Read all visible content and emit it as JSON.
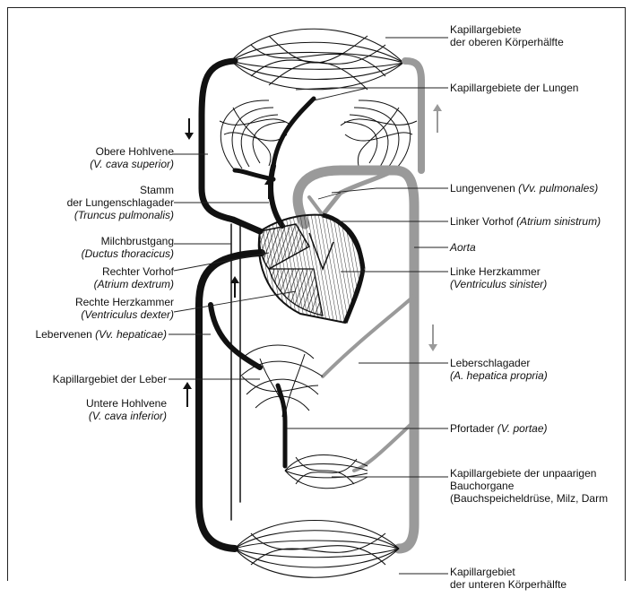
{
  "labels": {
    "kap_oben_1": "Kapillargebiete",
    "kap_oben_2": "der oberen Körperhälfte",
    "kap_lungen": "Kapillargebiete der Lungen",
    "obere_hohlvene": "Obere Hohlvene",
    "obere_hohlvene_lat": "(V. cava superior)",
    "stamm_1": "Stamm",
    "stamm_2": "der Lungenschlagader",
    "stamm_lat": "(Truncus pulmonalis)",
    "lungenvenen": "Lungenvenen",
    "lungenvenen_lat": "(Vv. pulmonales)",
    "linker_vorhof": "Linker Vorhof",
    "linker_vorhof_lat": "(Atrium sinistrum)",
    "milchbrustgang": "Milchbrustgang",
    "milchbrustgang_lat": "(Ductus thoracicus)",
    "aorta": "Aorta",
    "rechter_vorhof": "Rechter Vorhof",
    "rechter_vorhof_lat": "(Atrium dextrum)",
    "linke_kammer": "Linke Herzkammer",
    "linke_kammer_lat": "(Ventriculus sinister)",
    "rechte_kammer": "Rechte Herzkammer",
    "rechte_kammer_lat": "(Ventriculus dexter)",
    "lebervenen": "Lebervenen",
    "lebervenen_lat": "(Vv. hepaticae)",
    "leberschlagader": "Leberschlagader",
    "leberschlagader_lat": "(A. hepatica propria)",
    "kap_leber": "Kapillargebiet der Leber",
    "untere_hohlvene": "Untere Hohlvene",
    "untere_hohlvene_lat": "(V. cava inferior)",
    "pfortader": "Pfortader",
    "pfortader_lat": "(V. portae)",
    "kap_bauch_1": "Kapillargebiete der unpaarigen",
    "kap_bauch_2": "Bauchorgane",
    "kap_bauch_3": "(Bauchspeicheldrüse, Milz, Darm",
    "kap_unten_1": "Kapillargebiet",
    "kap_unten_2": "der unteren Körperhälfte"
  },
  "colors": {
    "venous": "#111111",
    "arterial": "#9a9a9a",
    "line": "#222222"
  }
}
